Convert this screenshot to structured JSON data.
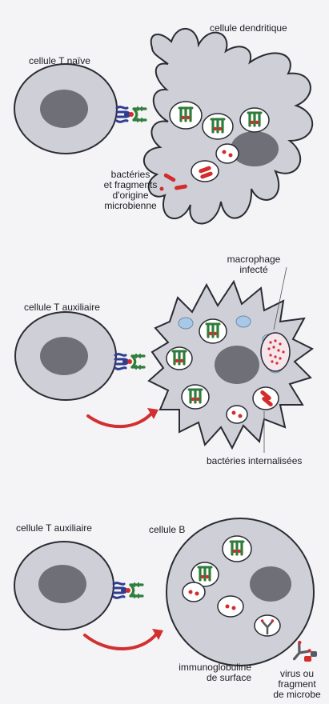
{
  "panels": [
    {
      "id": "naive",
      "labels": {
        "t_cell": "cellule T naïve",
        "apc": "cellule dendritique",
        "cargo_lines": [
          "bactéries",
          "et fragments",
          "d'origine",
          "microbienne"
        ]
      }
    },
    {
      "id": "helper-macrophage",
      "labels": {
        "t_cell": "cellule T auxiliaire",
        "apc_lines": [
          "macrophage",
          "infecté"
        ],
        "cargo": "bactéries internalisées"
      }
    },
    {
      "id": "helper-bcell",
      "labels": {
        "t_cell": "cellule T auxiliaire",
        "apc": "cellule B",
        "receptor_lines": [
          "immunoglobuline",
          "de surface"
        ],
        "antigen_lines": [
          "virus ou",
          "fragment",
          "de microbe"
        ]
      }
    }
  ],
  "colors": {
    "cell_fill": "#cfcfd8",
    "cell_stroke": "#2b2b33",
    "nucleus": "#6f6f78",
    "tcr": "#2f3d8f",
    "mhc": "#2e7d3a",
    "antigen": "#d42b2b",
    "vesicle": "#ffffff",
    "blue_granule": "#a8c8e8",
    "arrow": "#d23030",
    "immunoglobulin": "#5a5a62"
  },
  "icons": {
    "arrow": "curved-arrow",
    "receptor": "tcr-mhc-complex"
  }
}
